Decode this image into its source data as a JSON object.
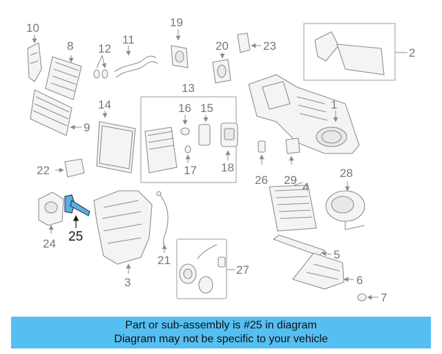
{
  "callouts": {
    "c1": "1",
    "c2": "2",
    "c3": "3",
    "c4": "4",
    "c5": "5",
    "c6": "6",
    "c7": "7",
    "c8": "8",
    "c9": "9",
    "c10": "10",
    "c11": "11",
    "c12": "12",
    "c13": "13",
    "c14": "14",
    "c15": "15",
    "c16": "16",
    "c17": "17",
    "c18": "18",
    "c19": "19",
    "c20": "20",
    "c21": "21",
    "c22": "22",
    "c23": "23",
    "c24": "24",
    "c25": "25",
    "c26": "26",
    "c27": "27",
    "c28": "28",
    "c29": "29"
  },
  "highlighted_part": "25",
  "highlight_color": "#5ab0e0",
  "banner": {
    "line1": "Part or sub-assembly is #25 in diagram",
    "line2": "Diagram may not be specific to your vehicle",
    "background": "#55bff1"
  }
}
